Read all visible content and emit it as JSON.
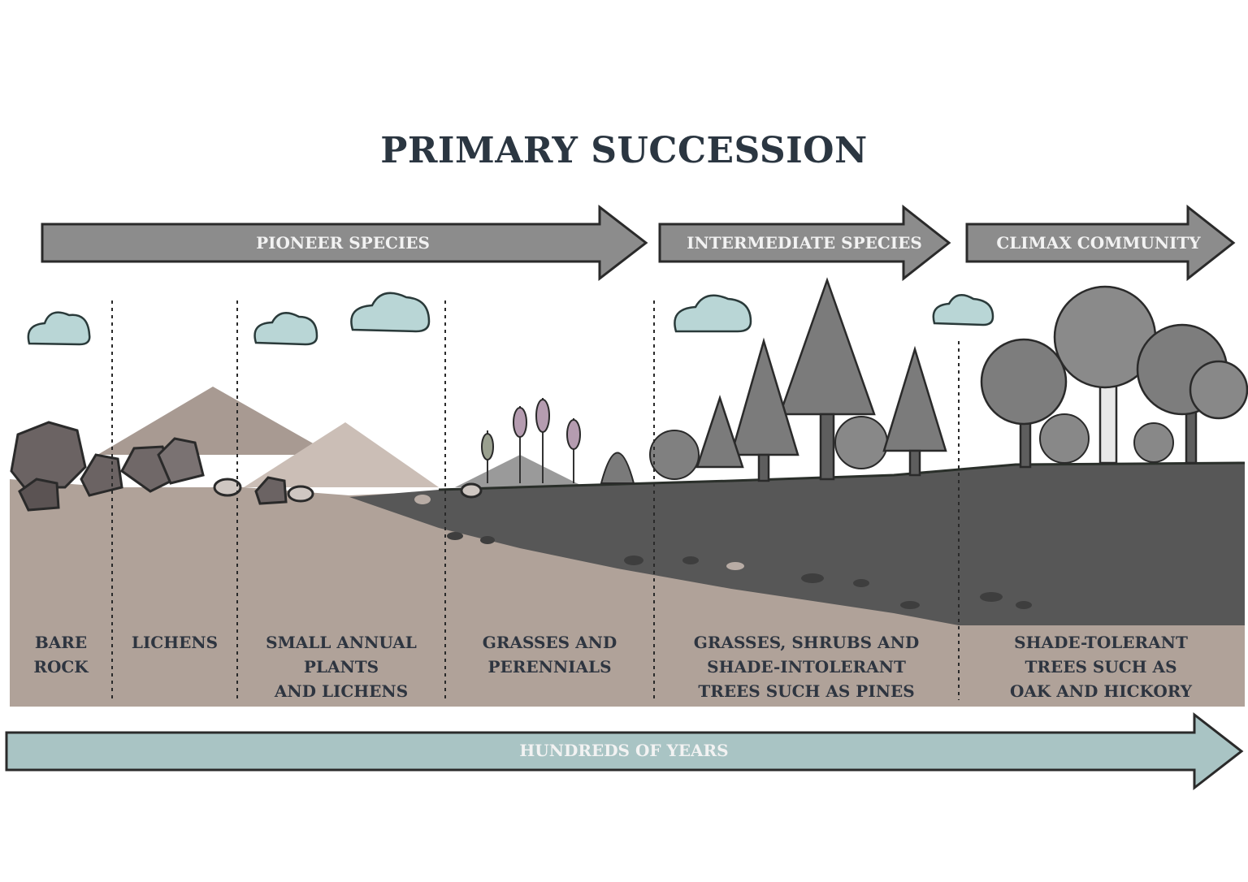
{
  "title": "PRIMARY SUCCESSION",
  "phase_arrows": [
    {
      "label": "PIONEER SPECIES"
    },
    {
      "label": "INTERMEDIATE SPECIES"
    },
    {
      "label": "CLIMAX COMMUNITY"
    }
  ],
  "stages": [
    {
      "lines": [
        "BARE",
        "ROCK"
      ]
    },
    {
      "lines": [
        "LICHENS"
      ]
    },
    {
      "lines": [
        "SMALL ANNUAL",
        "PLANTS",
        "AND LICHENS"
      ]
    },
    {
      "lines": [
        "GRASSES AND",
        "PERENNIALS"
      ]
    },
    {
      "lines": [
        "GRASSES, SHRUBS AND",
        "SHADE-INTOLERANT",
        "TREES SUCH AS PINES"
      ]
    },
    {
      "lines": [
        "SHADE-TOLERANT",
        "TREES SUCH AS",
        "OAK AND HICKORY"
      ]
    }
  ],
  "time_arrow": {
    "label": "HUNDREDS OF YEARS"
  },
  "colors": {
    "title": "#2b3641",
    "phase_arrow": "#8c8c8c",
    "time_arrow": "#a9c4c4",
    "soil_light": "#b0a299",
    "soil_dark": "#575757",
    "cloud": "#b9d6d6",
    "tree": "#7b7b7b"
  }
}
